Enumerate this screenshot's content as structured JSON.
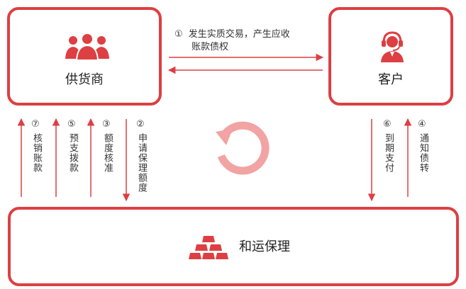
{
  "nodes": {
    "supplier": {
      "label": "供货商"
    },
    "customer": {
      "label": "客户"
    },
    "factor": {
      "label": "和运保理"
    }
  },
  "flows": {
    "step1": {
      "num": "①",
      "line1": "发生实质交易，产生应收",
      "line2": "账款债权"
    },
    "step2": {
      "num": "②",
      "text": "申请保理额度"
    },
    "step3": {
      "num": "③",
      "text": "额度核准"
    },
    "step4": {
      "num": "④",
      "text": "通知债转"
    },
    "step5": {
      "num": "⑤",
      "text": "预支拨款"
    },
    "step6": {
      "num": "⑥",
      "text": "到期支付"
    },
    "step7": {
      "num": "⑦",
      "text": "核销账款"
    }
  },
  "icons": {
    "supplier": "people-group-icon",
    "customer": "customer-service-icon",
    "factor": "gold-bars-icon",
    "cycle": "cycle-arrow-icon"
  },
  "colors": {
    "accent": "#dd3f42",
    "cycle": "#f2a3a3"
  }
}
